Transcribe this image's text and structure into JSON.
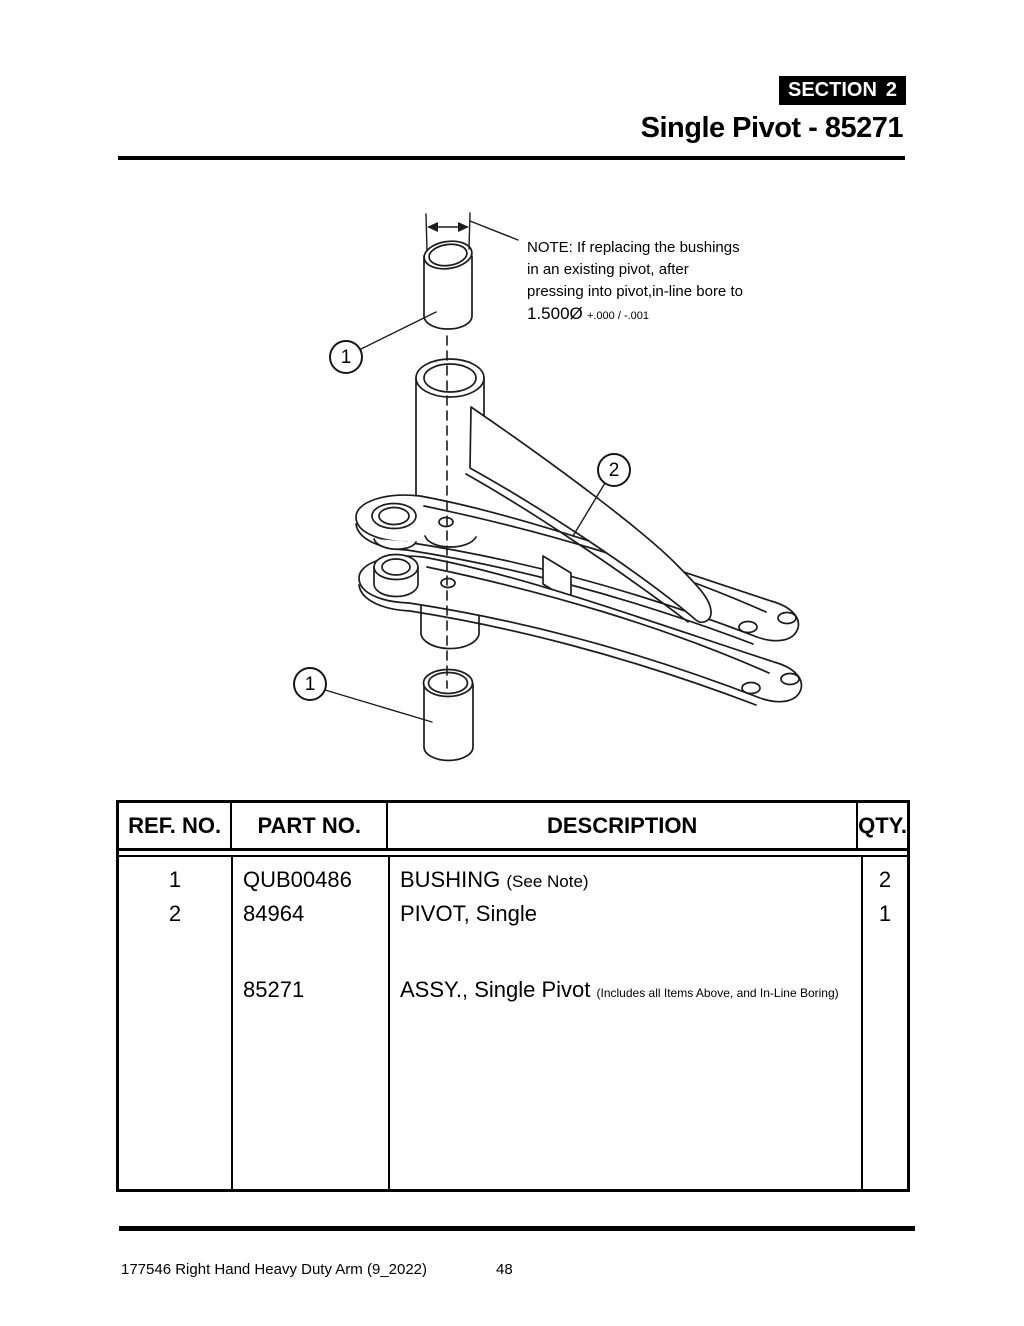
{
  "colors": {
    "ink": "#000000",
    "paper": "#ffffff"
  },
  "header": {
    "section_label": "SECTION",
    "section_number": "2",
    "title": "Single Pivot - 85271"
  },
  "diagram": {
    "note": {
      "line1": "NOTE: If replacing the bushings",
      "line2": "in an existing pivot, after",
      "line3": "pressing into pivot,in-line bore to",
      "dim": "1.500Ø",
      "tolerance": "+.000 / -.001"
    },
    "callouts": {
      "bushing_top": "1",
      "pivot": "2",
      "bushing_bottom": "1"
    }
  },
  "table": {
    "columns": [
      "REF. NO.",
      "PART NO.",
      "DESCRIPTION",
      "QTY."
    ],
    "rows": [
      {
        "ref": "1",
        "part": "QUB00486",
        "desc": "BUSHING",
        "desc_note": "(See Note)",
        "qty": "2"
      },
      {
        "ref": "2",
        "part": "84964",
        "desc": "PIVOT, Single",
        "desc_note": "",
        "qty": "1"
      },
      {
        "ref": "",
        "part": "85271",
        "desc": "ASSY., Single Pivot",
        "desc_note": "(Includes all Items Above, and In-Line Boring)",
        "qty": ""
      }
    ]
  },
  "footer": {
    "doc_title": "177546 Right Hand Heavy Duty Arm (9_2022)",
    "page_number": "48"
  }
}
